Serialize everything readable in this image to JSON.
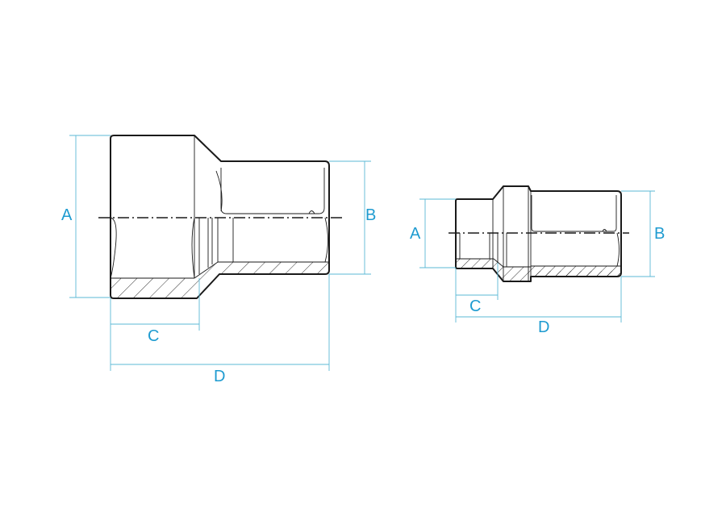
{
  "colors": {
    "dimension": "#5bb8d6",
    "label": "#1e9bd0",
    "outline": "#1a1a1a",
    "background": "#ffffff"
  },
  "large_socket": {
    "labels": {
      "a": "A",
      "b": "B",
      "c": "C",
      "d": "D"
    }
  },
  "small_socket": {
    "labels": {
      "a": "A",
      "b": "B",
      "c": "C",
      "d": "D"
    }
  }
}
